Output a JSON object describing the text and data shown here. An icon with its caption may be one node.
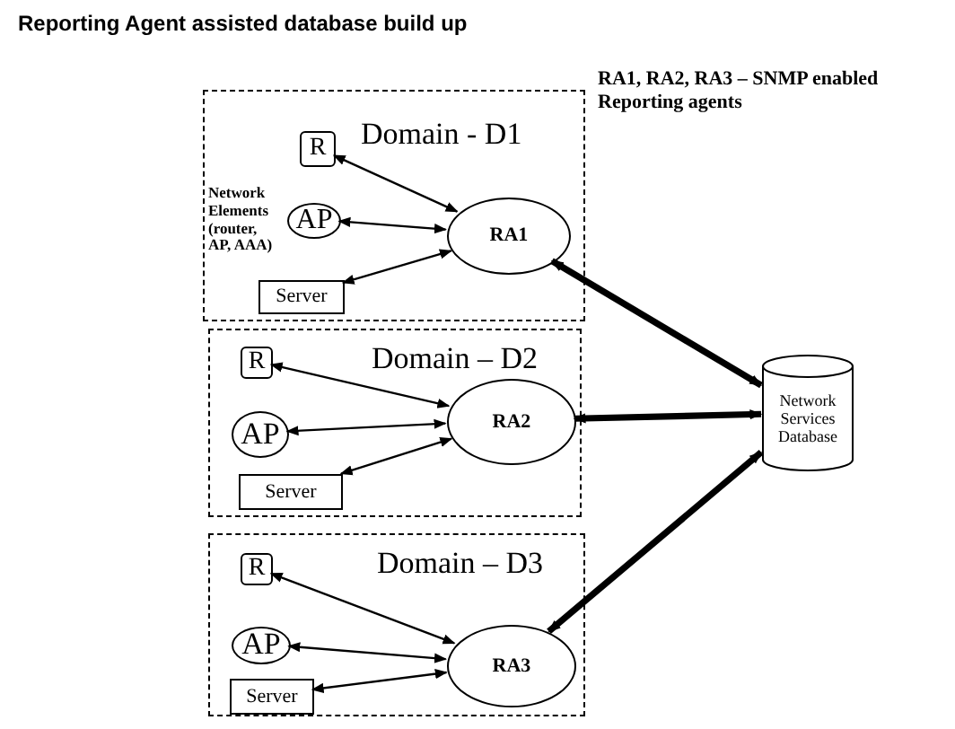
{
  "diagram": {
    "title": "Reporting Agent assisted database build up",
    "nodes": [
      {
        "text": [
          "Domain - D1"
        ]
      },
      {
        "text": [
          "R"
        ],
        "in": 0
      },
      {
        "text": [
          "AP"
        ],
        "in": 0
      },
      {
        "text": [
          "Server"
        ],
        "in": 0
      },
      {
        "text": [
          "RA1"
        ],
        "in": 0
      },
      {
        "text": [
          "Domain – D2"
        ]
      },
      {
        "text": [
          "R"
        ],
        "in": 5
      },
      {
        "text": [
          "AP"
        ],
        "in": 5
      },
      {
        "text": [
          "Server"
        ],
        "in": 5
      },
      {
        "text": [
          "RA2"
        ],
        "in": 5
      },
      {
        "text": [
          "Domain – D3"
        ]
      },
      {
        "text": [
          "R"
        ],
        "in": 10
      },
      {
        "text": [
          "AP"
        ],
        "in": 10
      },
      {
        "text": [
          "Server"
        ],
        "in": 10
      },
      {
        "text": [
          "RA3"
        ],
        "in": 10
      },
      {
        "text": [
          "Network Services Database"
        ]
      }
    ],
    "edges": [
      {
        "from": 1,
        "to": 4,
        "arrow": "both"
      },
      {
        "from": 2,
        "to": 4,
        "arrow": "both"
      },
      {
        "from": 3,
        "to": 4,
        "arrow": "both"
      },
      {
        "from": 6,
        "to": 9,
        "arrow": "both"
      },
      {
        "from": 7,
        "to": 9,
        "arrow": "both"
      },
      {
        "from": 8,
        "to": 9,
        "arrow": "both"
      },
      {
        "from": 11,
        "to": 14,
        "arrow": "both"
      },
      {
        "from": 12,
        "to": 14,
        "arrow": "both"
      },
      {
        "from": 13,
        "to": 14,
        "arrow": "both"
      },
      {
        "from": 4,
        "to": 15,
        "arrow": "both",
        "style": "thick"
      },
      {
        "from": 9,
        "to": 15,
        "arrow": "both",
        "style": "thick"
      },
      {
        "from": 14,
        "to": 15,
        "arrow": "both",
        "style": "thick"
      }
    ],
    "labels": [
      "RA1, RA2, RA3 – SNMP enabled Reporting agents",
      "Network Elements (router, AP, AAA)"
    ]
  }
}
